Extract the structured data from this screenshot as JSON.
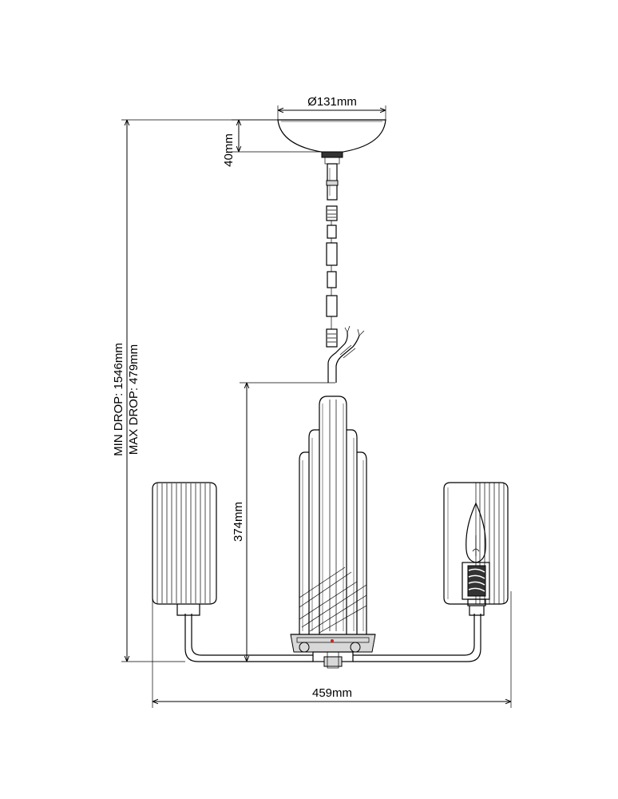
{
  "dimensions": {
    "canopy_diameter": "Ø131mm",
    "canopy_height": "40mm",
    "body_height": "374mm",
    "overall_width": "459mm",
    "min_drop": "MIN DROP: 1546mm",
    "max_drop": "MAX DROP: 479mm"
  },
  "colors": {
    "line": "#000000",
    "highlight": "#d62020",
    "background": "#ffffff"
  }
}
